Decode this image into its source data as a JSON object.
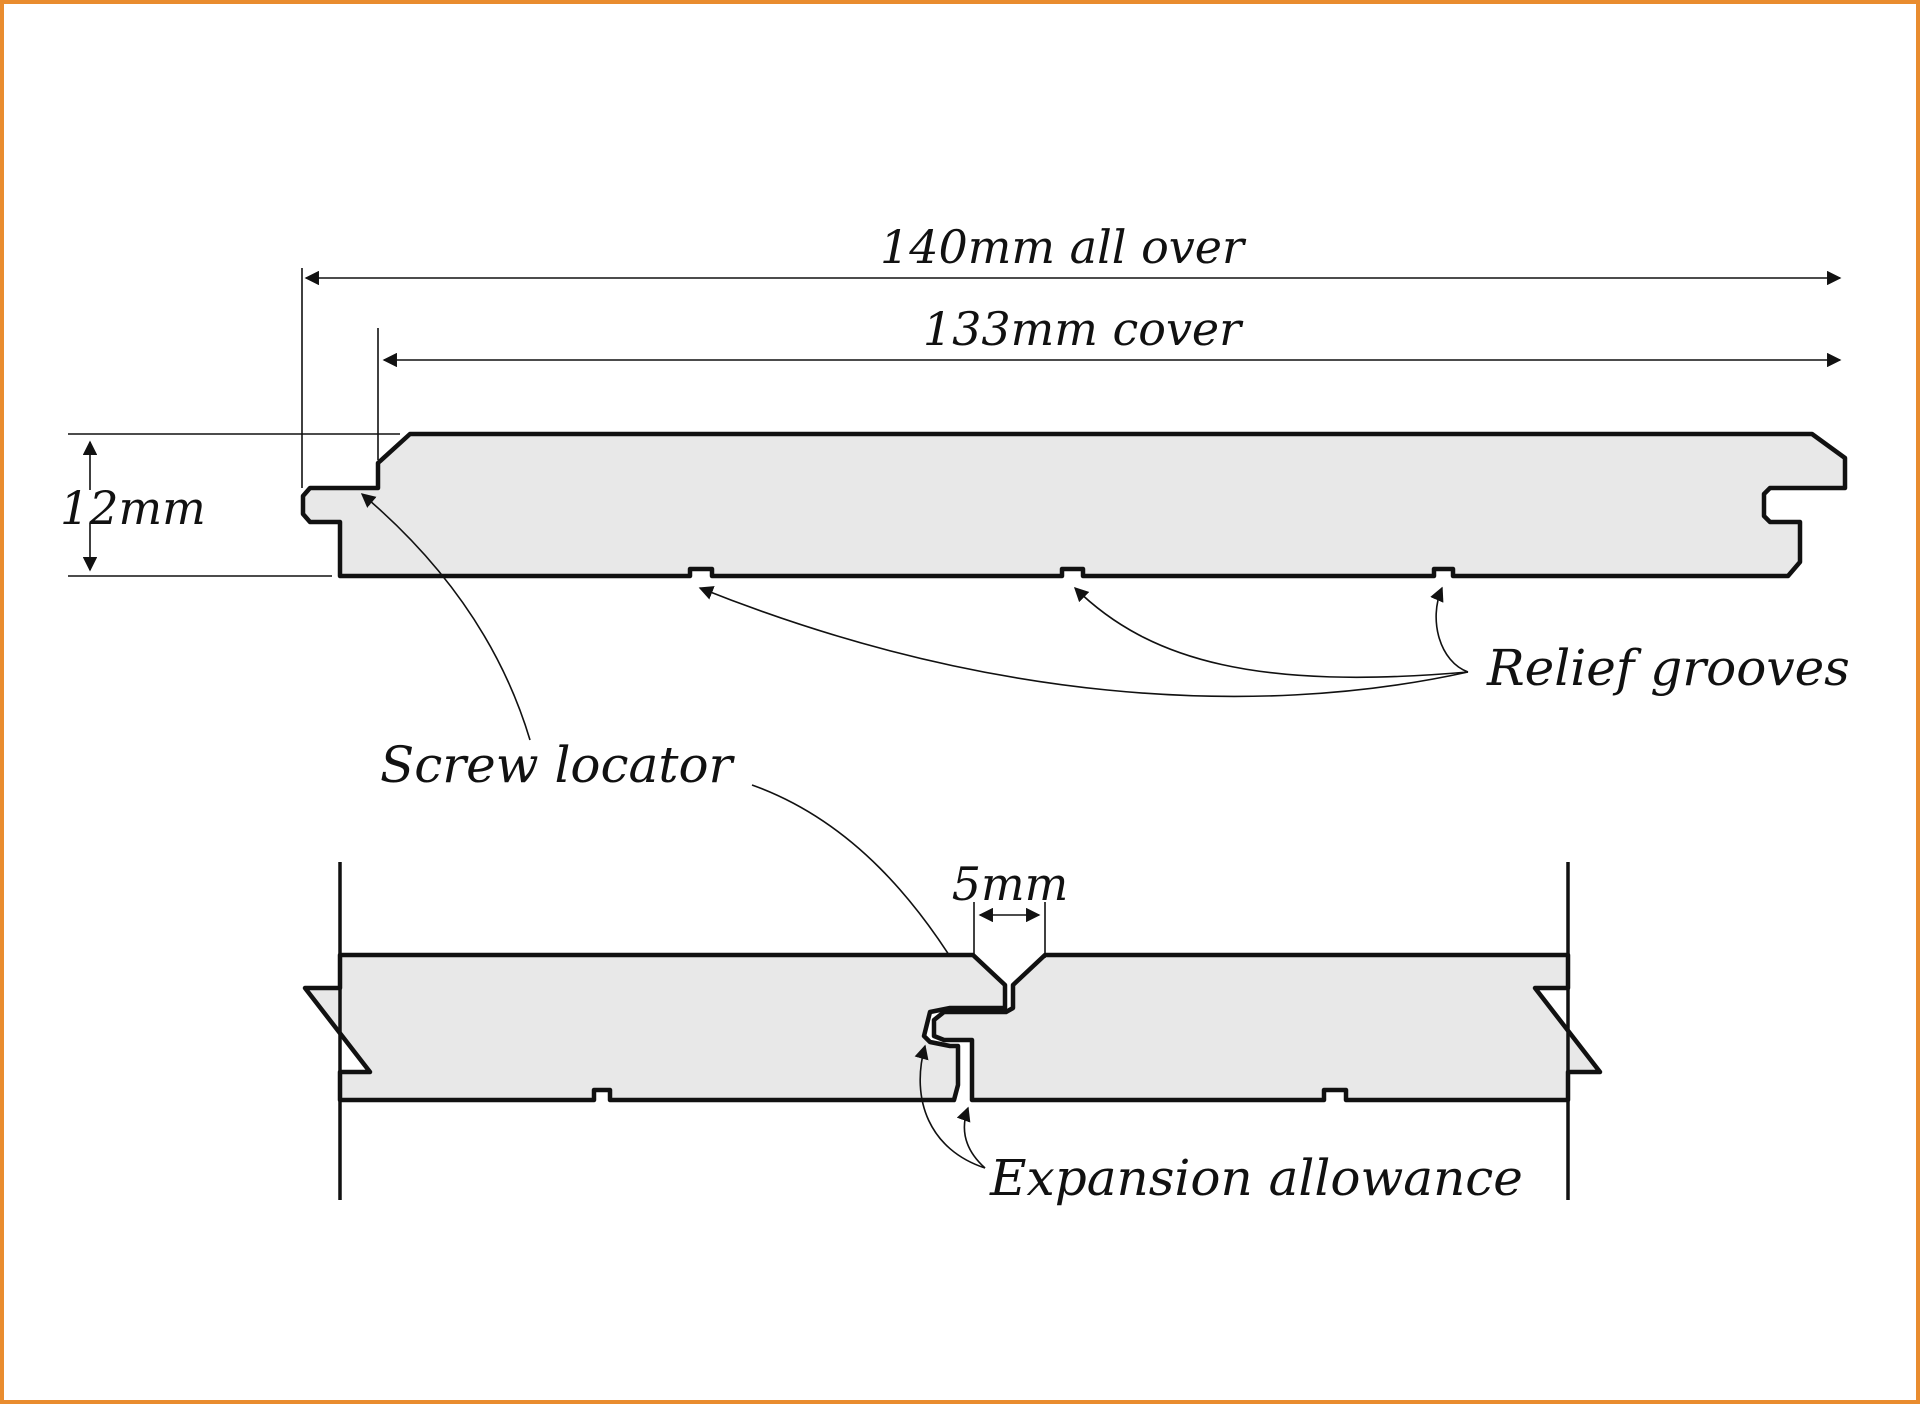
{
  "diagram": {
    "border_color": "#e98c2e",
    "board_fill": "#e8e8e8",
    "line_color": "#111111",
    "labels": {
      "overall_width": "140mm all over",
      "cover_width": "133mm cover",
      "thickness": "12mm",
      "relief_grooves": "Relief grooves",
      "screw_locator": "Screw locator",
      "gap": "5mm",
      "expansion": "Expansion allowance"
    }
  }
}
